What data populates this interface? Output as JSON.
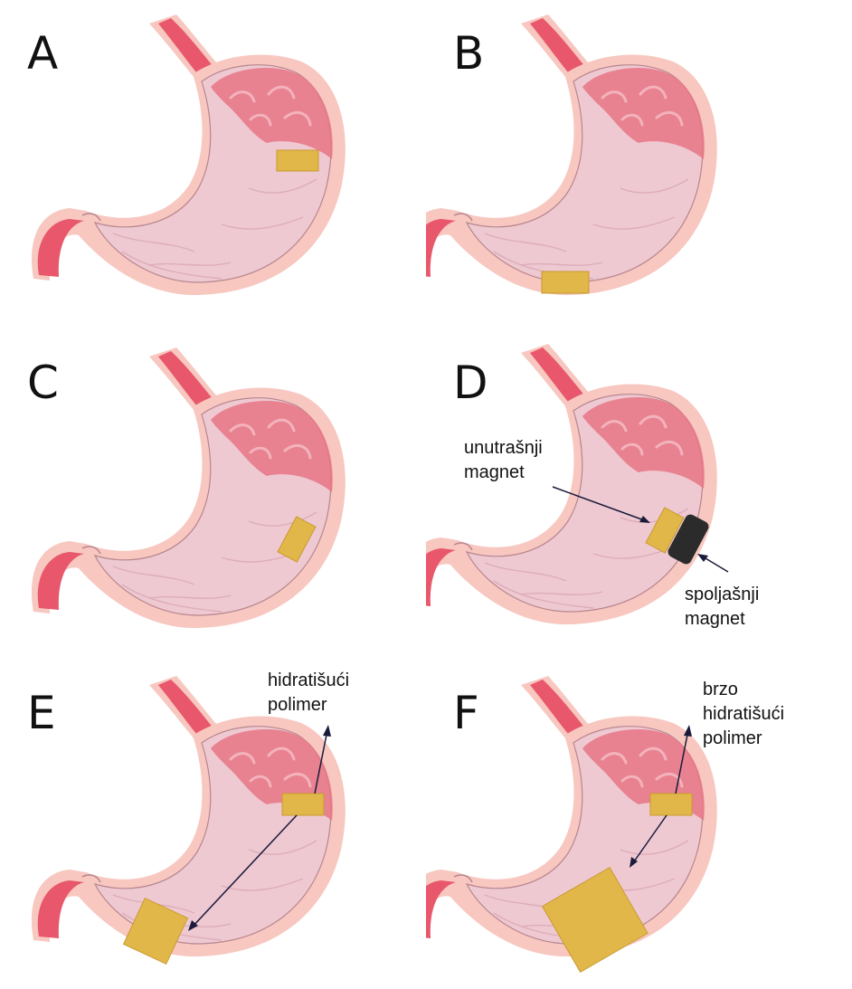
{
  "panels": [
    {
      "letter": "A"
    },
    {
      "letter": "B"
    },
    {
      "letter": "C"
    },
    {
      "letter": "D",
      "labels": {
        "inner": [
          "unutrašnji",
          "magnet"
        ],
        "outer": [
          "spoljašnji",
          "magnet"
        ]
      }
    },
    {
      "letter": "E",
      "labels": {
        "polymer": [
          "hidratišući",
          "polimer"
        ]
      }
    },
    {
      "letter": "F",
      "labels": {
        "polymer": [
          "brzo",
          "hidratišući",
          "polimer"
        ]
      }
    }
  ],
  "colors": {
    "stomach_outer": "#f7c7c0",
    "stomach_lining": "#e8576b",
    "stomach_fill": "#eec9d2",
    "stomach_fundus": "#e77685",
    "device": "#e2b74a",
    "external_magnet": "#2b2b2b",
    "arrow": "#1a1a3a"
  }
}
